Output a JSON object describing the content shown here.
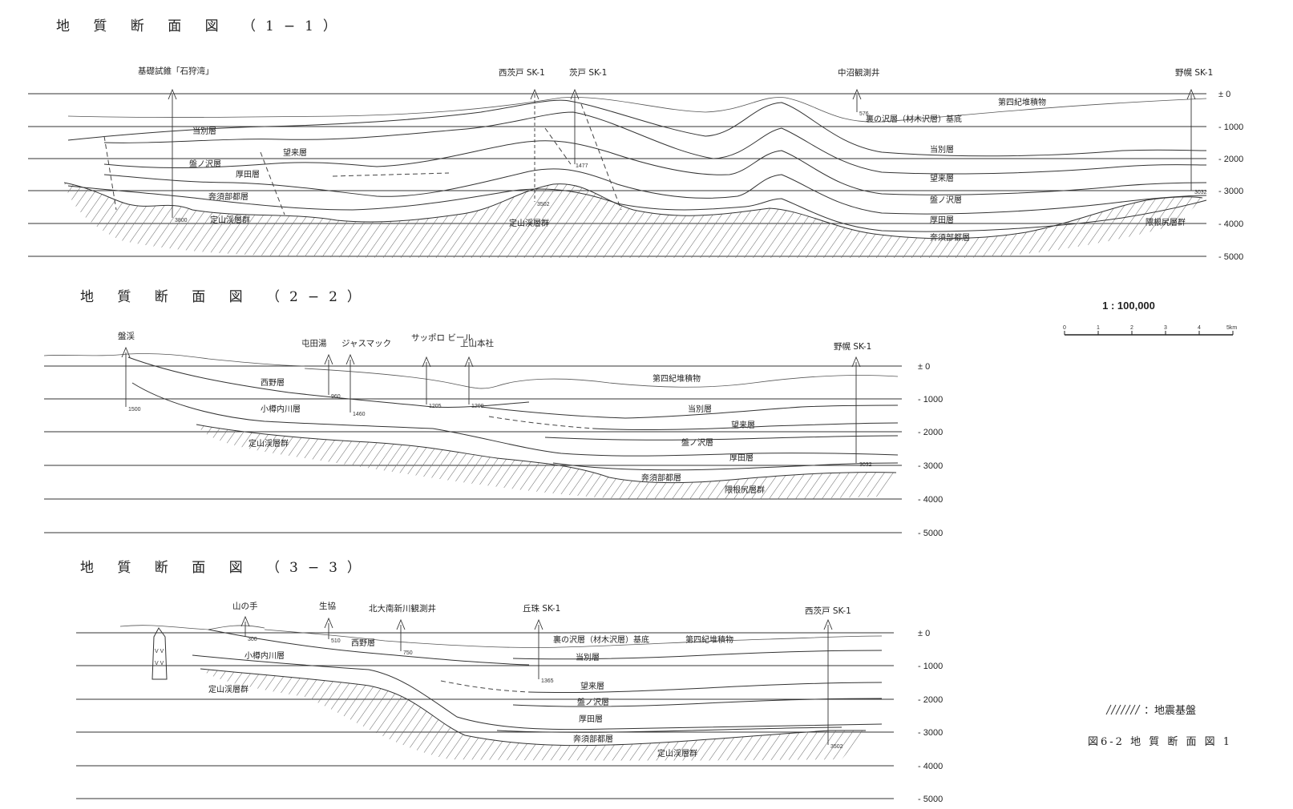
{
  "section1": {
    "title": "地 質 断 面 図 （1−1）",
    "depths": [
      "± 0",
      "- 1000",
      "- 2000",
      "- 3000",
      "- 4000",
      "- 5000"
    ],
    "wells": [
      "基礎試錐「石狩湾」",
      "西茨戸 SK-1",
      "茨戸 SK-1",
      "中沼観測井",
      "野幌 SK-1"
    ],
    "well_depths": [
      "3800",
      "3502",
      "1477",
      "576",
      "3032"
    ],
    "layers": [
      "第四紀堆積物",
      "裏の沢層（材木沢層）基底",
      "当別層",
      "当別層",
      "望来層",
      "望来層",
      "盤ノ沢層",
      "盤ノ沢層",
      "厚田層",
      "厚田層",
      "奔須部都層",
      "奔須部都層",
      "定山渓層群",
      "定山渓層群",
      "隈根尻層群"
    ]
  },
  "section2": {
    "title": "地 質 断 面 図 （2−2）",
    "depths": [
      "± 0",
      "- 1000",
      "- 2000",
      "- 3000",
      "- 4000",
      "- 5000"
    ],
    "wells": [
      "盤渓",
      "屯田湯",
      "ジャスマック",
      "サッポロ ビール",
      "上山本社",
      "野幌 SK-1"
    ],
    "well_depths": [
      "1500",
      "960",
      "1460",
      "1205",
      "1200",
      "3032"
    ],
    "layers": [
      "西野層",
      "第四紀堆積物",
      "小樽内川層",
      "当別層",
      "望来層",
      "盤ノ沢層",
      "厚田層",
      "定山渓層群",
      "奔須部都層",
      "隈根尻層群"
    ]
  },
  "section3": {
    "title": "地 質 断 面 図 （3−3）",
    "depths": [
      "± 0",
      "- 1000",
      "- 2000",
      "- 3000",
      "- 4000",
      "- 5000"
    ],
    "wells": [
      "山の手",
      "生協",
      "北大南新川観測井",
      "丘珠 SK-1",
      "西茨戸 SK-1"
    ],
    "well_depths": [
      "300",
      "510",
      "750",
      "1365",
      "3502"
    ],
    "layers": [
      "西野層",
      "裏の沢層（材木沢層）基底",
      "第四紀堆積物",
      "小樽内川層",
      "当別層",
      "定山渓層群",
      "望来層",
      "盤ノ沢層",
      "厚田層",
      "奔須部都層",
      "定山渓層群"
    ]
  },
  "scale": {
    "ratio": "1 : 100,000",
    "ticks": [
      "0",
      "1",
      "2",
      "3",
      "4",
      "5km"
    ]
  },
  "legend": {
    "text": "：地震基盤"
  },
  "caption": "図6-2 地 質 断 面 図 1"
}
